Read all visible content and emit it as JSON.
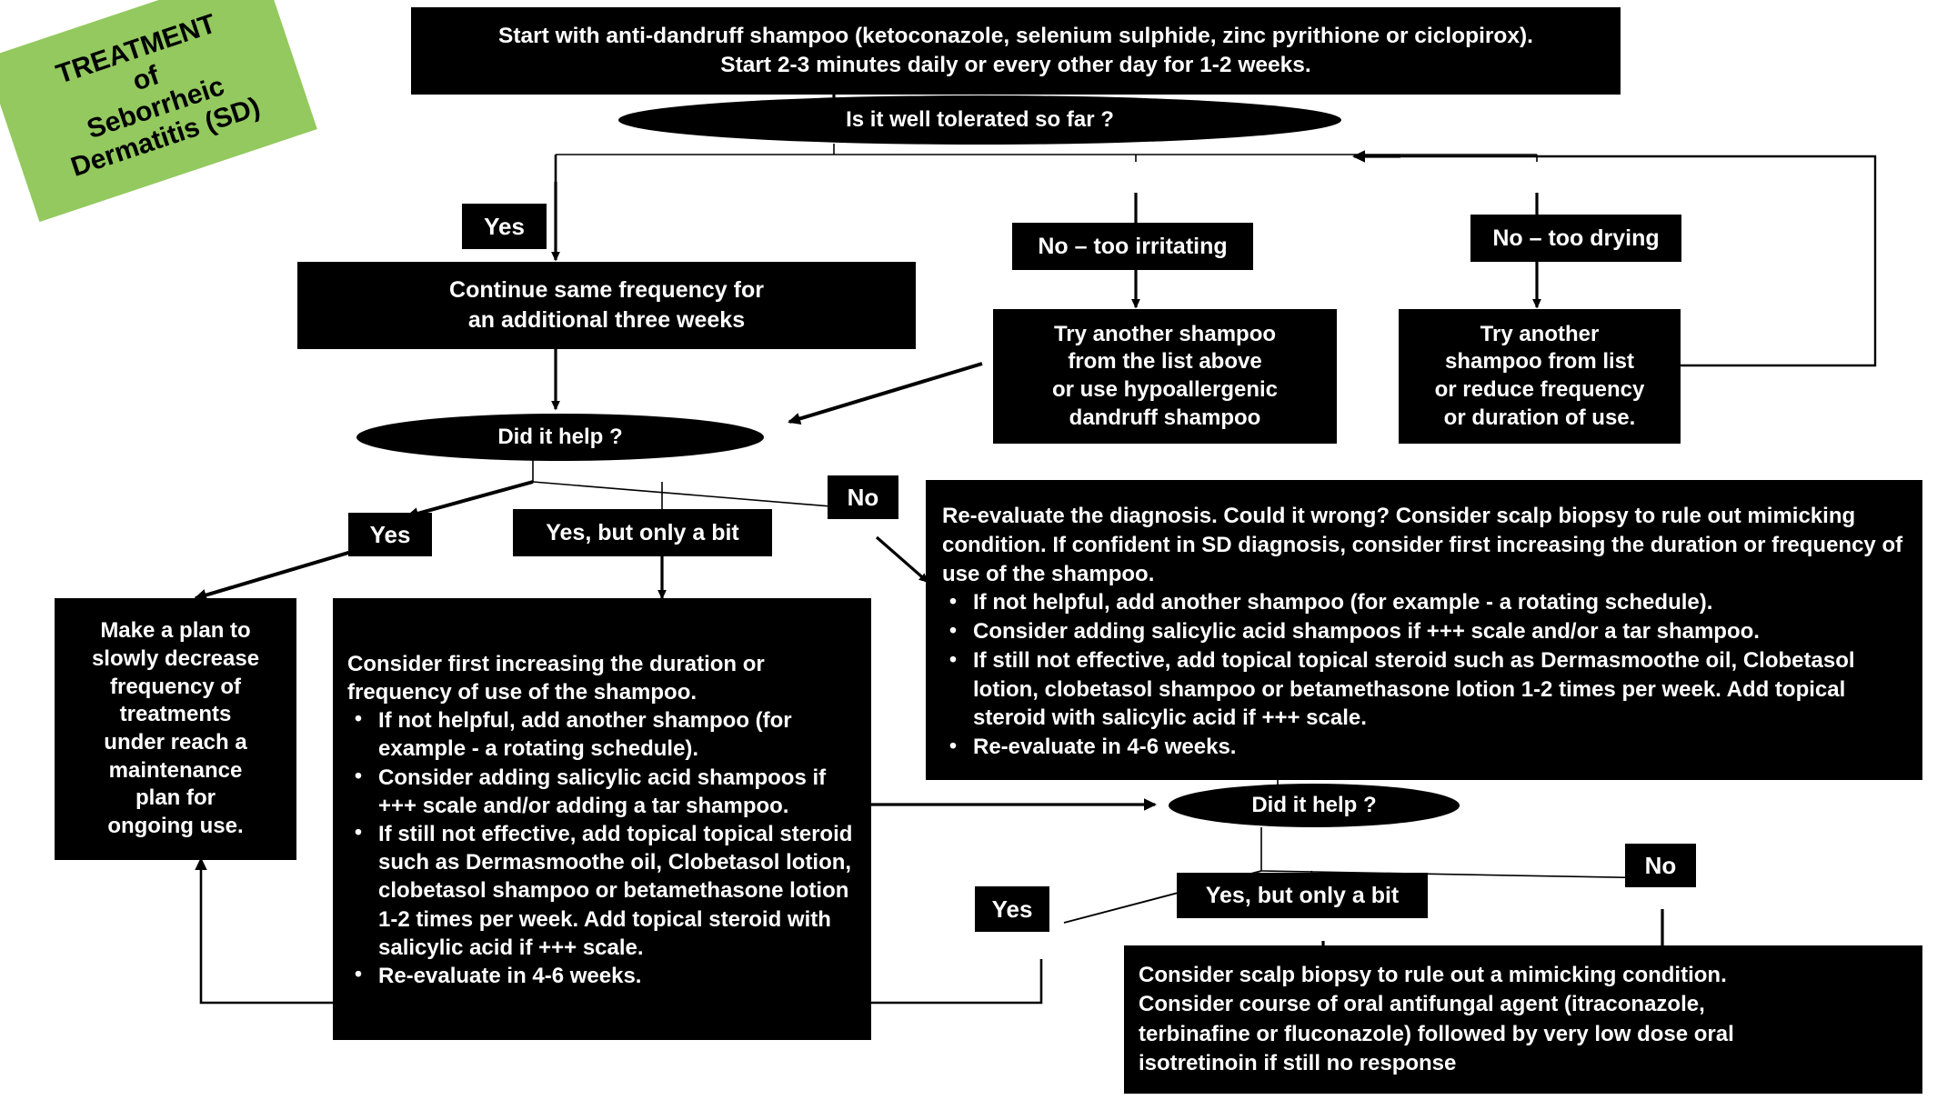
{
  "title_banner": {
    "line1": "TREATMENT",
    "line2": "of",
    "line3": "Seborrheic",
    "line4": "Dermatitis (SD)",
    "color": "#93c95e",
    "text_color": "#000000"
  },
  "theme": {
    "node_fill": "#000000",
    "node_text": "#ffffff",
    "background": "#ffffff",
    "connector": "#000000"
  },
  "nodes": {
    "start": {
      "type": "process",
      "line1": "Start with anti-dandruff shampoo (ketoconazole, selenium sulphide, zinc pyrithione or ciclopirox).",
      "line2": "Start 2-3 minutes daily or every other day for 1-2  weeks."
    },
    "tolerated_decision": {
      "type": "decision",
      "label": "Is  it well tolerated so far ?"
    },
    "continue_same": {
      "type": "process",
      "line1": "Continue same frequency for",
      "line2": "an additional three weeks"
    },
    "try_another_irritating": {
      "type": "process",
      "line1": "Try another shampoo",
      "line2": "from the list above",
      "line3": "or use hypoallergenic",
      "line4": "dandruff shampoo"
    },
    "try_another_drying": {
      "type": "process",
      "line1": "Try another",
      "line2": "shampoo from list",
      "line3": "or reduce frequency",
      "line4": "or duration of use."
    },
    "did_it_help_1": {
      "type": "decision",
      "label": "Did it help ?"
    },
    "maintenance_plan": {
      "type": "process",
      "line1": "Make a plan to",
      "line2": "slowly decrease",
      "line3": "frequency of",
      "line4": "treatments",
      "line5": "under reach a",
      "line6": "maintenance",
      "line7": "plan for",
      "line8": "ongoing use."
    },
    "escalate_partial": {
      "type": "process",
      "intro": "Consider first increasing the duration or frequency of use of the shampoo.",
      "bullets": [
        "If not helpful, add another shampoo (for example - a rotating schedule).",
        "Consider adding salicylic acid shampoos if +++ scale and/or adding a tar shampoo.",
        "If still not effective, add topical topical steroid such as Dermasmoothe oil, Clobetasol lotion, clobetasol shampoo or betamethasone lotion 1-2 times per week. Add topical steroid with salicylic acid if +++ scale.",
        "Re-evaluate in 4-6 weeks."
      ]
    },
    "reevaluate_diagnosis": {
      "type": "process",
      "intro": "Re-evaluate the diagnosis. Could it wrong? Consider scalp biopsy to rule out mimicking condition. If confident in SD diagnosis, consider first increasing the duration or frequency of use of the shampoo.",
      "bullets": [
        "If not helpful, add another shampoo (for example - a rotating schedule).",
        "Consider adding salicylic acid shampoos if +++ scale and/or a tar shampoo.",
        "If still not effective, add topical topical steroid such as Dermasmoothe oil, Clobetasol lotion, clobetasol shampoo or betamethasone lotion 1-2 times per week. Add topical steroid with salicylic acid if +++ scale.",
        "Re-evaluate in 4-6 weeks."
      ]
    },
    "did_it_help_2": {
      "type": "decision",
      "label": "Did it help ?"
    },
    "oral_therapy": {
      "type": "process",
      "line1": "Consider scalp biopsy to rule out a mimicking condition.",
      "line2": "Consider course of oral antifungal agent (itraconazole,",
      "line3": "terbinafine or fluconazole) followed by very low dose oral",
      "line4": "isotretinoin if still no response"
    }
  },
  "edge_labels": {
    "yes_tolerated": "Yes",
    "no_too_irritating": "No – too irritating",
    "no_too_drying": "No – too drying",
    "help1_yes": "Yes",
    "help1_yes_but": "Yes, but only a bit",
    "help1_no": "No",
    "help2_yes": "Yes",
    "help2_yes_but": "Yes, but only a bit",
    "help2_no": "No"
  }
}
